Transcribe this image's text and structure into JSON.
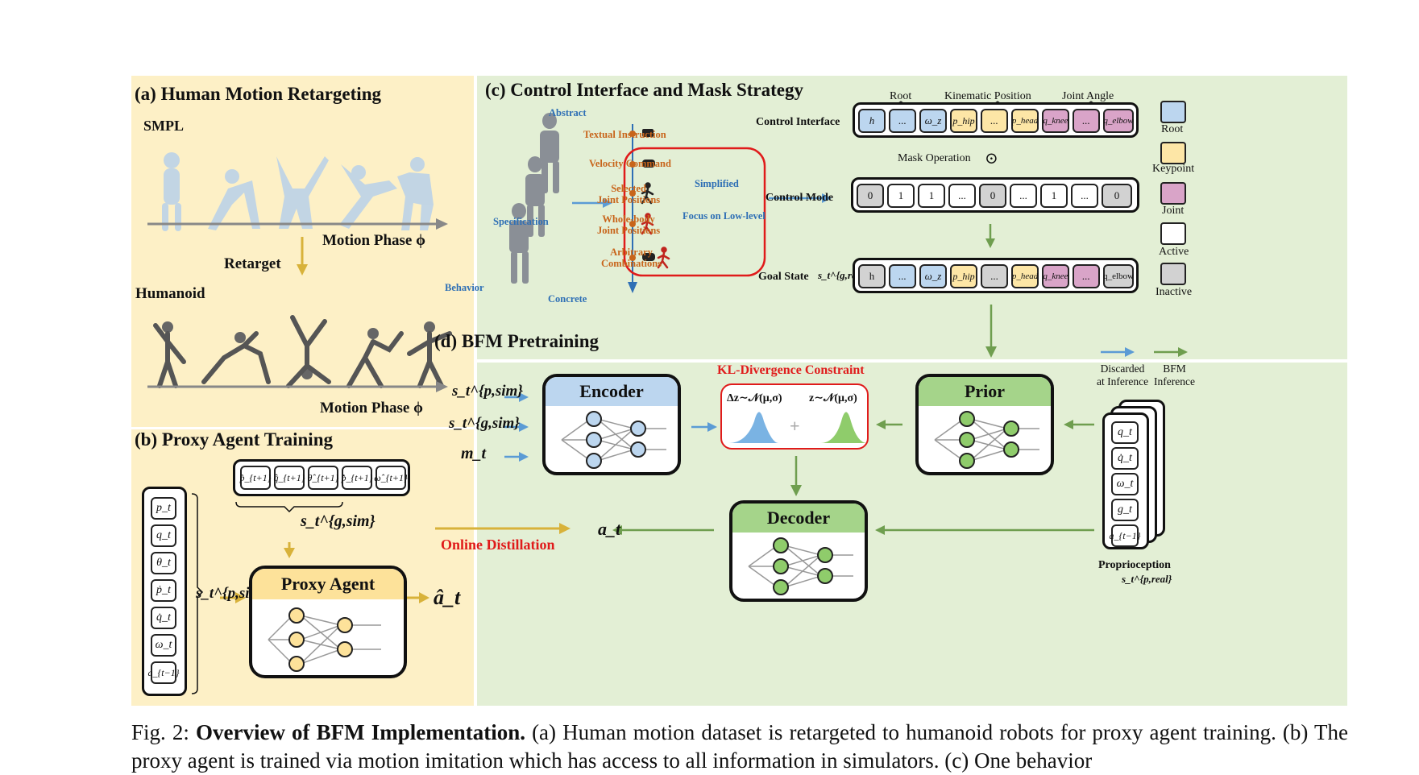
{
  "panel_a": {
    "title": "(a) Human Motion Retargeting",
    "smpl": "SMPL",
    "motion_phase_top": "Motion Phase ϕ",
    "retarget": "Retarget",
    "humanoid": "Humanoid",
    "motion_phase_bottom": "Motion Phase ϕ"
  },
  "panel_b": {
    "title": "(b) Proxy Agent Training",
    "state_tokens": [
      "p_t",
      "q_t",
      "θ_t",
      "ṗ_t",
      "q̇_t",
      "ω_t",
      "a_{t−1}"
    ],
    "target_tokens": [
      "p̂_{t+1}",
      "q̂_{t+1}",
      "θ̂_{t+1}",
      "p̂̇_{t+1}",
      "ω̂_{t+1}"
    ],
    "s_g_sim": "s_t^{g,sim}",
    "s_p_sim": "s_t^{p,sim}",
    "proxy_agent": "Proxy Agent",
    "action_hat": "â_t"
  },
  "panel_c": {
    "title": "(c) Control Interface and Mask Strategy",
    "abstract": "Abstract",
    "concrete": "Concrete",
    "behavior": "Behavior",
    "specification": "Specification",
    "textual_instruction": "Textual Instruction",
    "velocity_command": "Velocity Command",
    "selected_joint": "Selected\nJoint Positions",
    "whole_body": "Whole-body\nJoint Positions",
    "arbitrary": "Arbitrary\nCombinations",
    "simplified": "Simplified",
    "focus_low_level": "Focus on Low-level",
    "control_interface": "Control Interface",
    "control_mode": "Control Mode",
    "goal_state": "Goal State",
    "goal_state_symbol": "s_t^{g,real}",
    "mask_operation": "Mask Operation",
    "odot": "⊙",
    "group_root": "Root",
    "group_kinematic": "Kinematic Position",
    "group_joint_angle": "Joint Angle",
    "interface_tokens": [
      "h",
      "...",
      "ω_z",
      "p_hip",
      "...",
      "p_head",
      "q_knee",
      "...",
      "q_elbow"
    ],
    "mode_tokens": [
      "0",
      "1",
      "1",
      "...",
      "0",
      "...",
      "1",
      "...",
      "0"
    ],
    "goal_tokens": [
      "h",
      "...",
      "ω_z",
      "p_hip",
      "...",
      "p_head",
      "q_knee",
      "...",
      "q_elbow"
    ],
    "legend": [
      "Root",
      "Keypoint",
      "Joint",
      "Active",
      "Inactive"
    ]
  },
  "panel_d": {
    "title": "(d) BFM Pretraining",
    "s_p_sim": "s_t^{p,sim}",
    "s_g_sim": "s_t^{g,sim}",
    "m_t": "m_t",
    "encoder": "Encoder",
    "prior": "Prior",
    "decoder": "Decoder",
    "kl": "KL-Divergence Constraint",
    "dz": "Δz∼𝒩(μ,σ)",
    "z": "z∼𝒩(μ,σ)",
    "plus": "+",
    "a_t": "a_t",
    "online_distillation": "Online Distillation",
    "legend_discarded": "Discarded\nat Inference",
    "legend_bfm": "BFM\nInference",
    "proprio_tokens": [
      "q_t",
      "q̇_t",
      "ω_t",
      "g_t",
      "a_{t−1}"
    ],
    "proprioception": "Proprioception",
    "s_p_real": "s_t^{p,real}"
  },
  "caption": {
    "prefix": "Fig. 2: ",
    "bold": "Overview of BFM Implementation.",
    "text": " (a) Human motion dataset is retargeted to humanoid robots for proxy agent training. (b) The proxy agent is trained via motion imitation which has access to all information in simulators. (c) One behavior"
  },
  "colors": {
    "yellow_panel": "#fdf0c6",
    "green_panel": "#e3efd5",
    "gold_arrow": "#d8b23a",
    "green_arrow": "#6f9e4f",
    "blue_arrow": "#5b9bd5",
    "red": "#e01b1b",
    "orange": "#c8651b"
  }
}
